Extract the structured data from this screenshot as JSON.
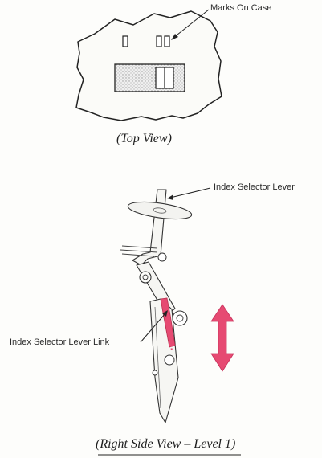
{
  "top_view": {
    "callout_label": "Marks On Case",
    "caption": "(Top View)"
  },
  "side_view": {
    "lever_label": "Index Selector Lever",
    "link_label": "Index Selector Lever Link",
    "caption": "(Right Side View – Level 1)"
  },
  "colors": {
    "ink": "#2b2b2b",
    "accent": "#e64a72",
    "accent_dark": "#c8305a",
    "stipple": "#b8b8b8"
  },
  "icons": {
    "movement_arrow": "double-headed-vertical-arrow"
  }
}
